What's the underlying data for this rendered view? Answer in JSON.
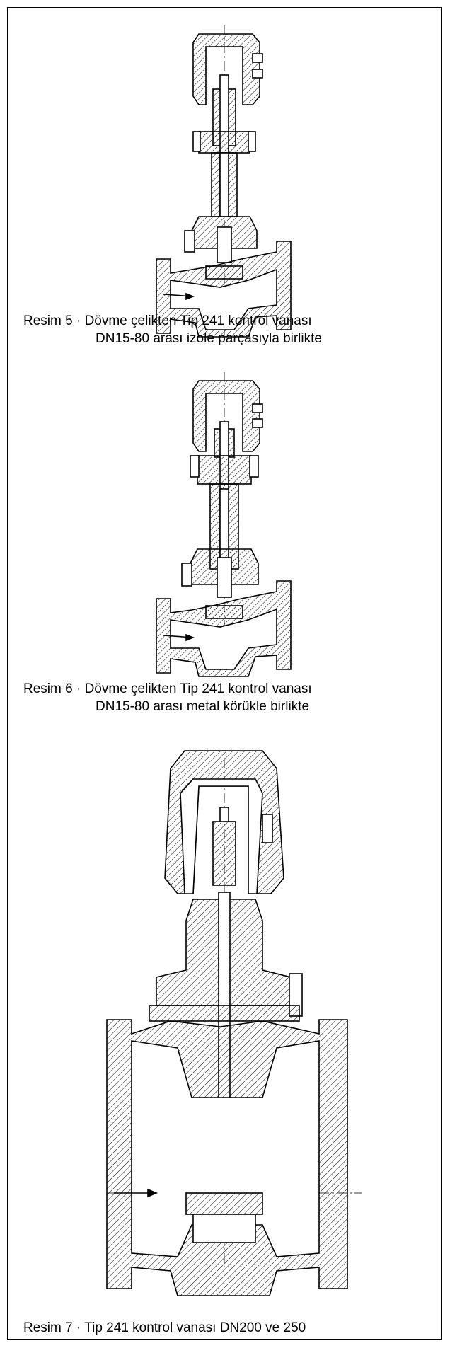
{
  "figures": [
    {
      "line1": "Resim 5 · Dövme çelikten Tip 241 kontrol vanası",
      "line2": "DN15-80 arası izole parçasıyla birlikte"
    },
    {
      "line1": "Resim 6 · Dövme çelikten Tip 241 kontrol vanası",
      "line2": "DN15-80 arası metal körükle birlikte"
    },
    {
      "line1": "Resim 7 · Tip 241 kontrol vanası DN200 ve 250",
      "line2": ""
    }
  ]
}
